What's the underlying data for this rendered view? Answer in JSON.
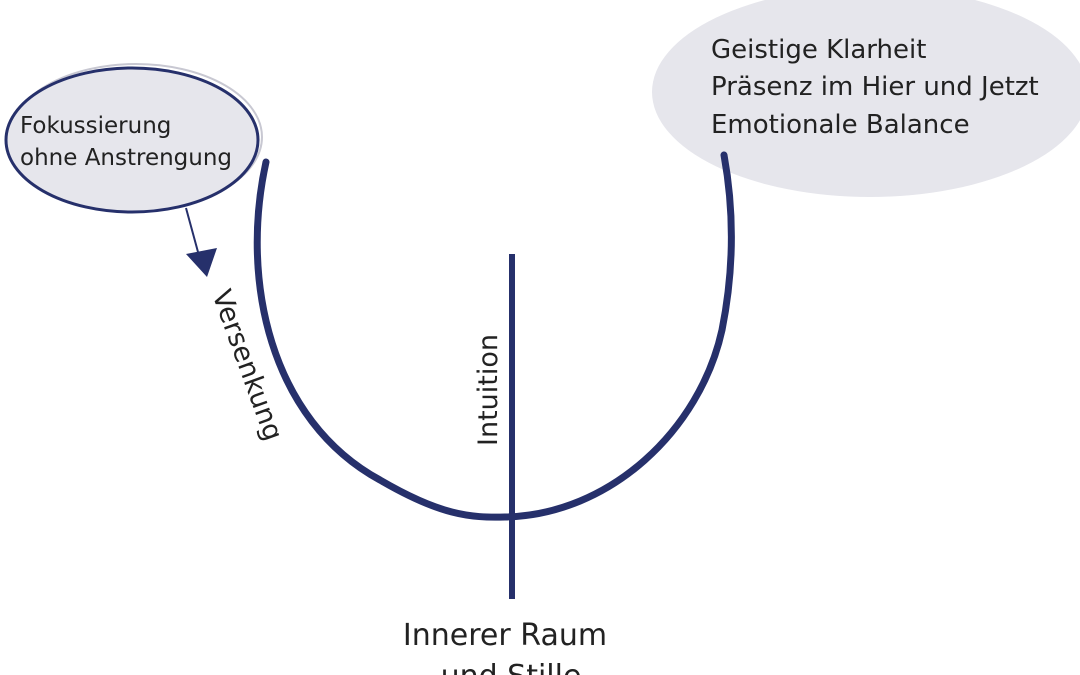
{
  "colors": {
    "line": "#26306b",
    "bubble_fill": "#e6e6ec",
    "bubble_outline": "#26306b",
    "text": "#222222"
  },
  "bubble_left": {
    "line1": "Fokussierung",
    "line2": "ohne Anstrengung"
  },
  "bubble_right": {
    "line1": "Geistige Klarheit",
    "line2": "Präsenz im Hier und Jetzt",
    "line3": "Emotionale Balance"
  },
  "labels": {
    "versenkung": "Versenkung",
    "intuition": "Intuition",
    "bottom_line1": "Innerer Raum",
    "bottom_line2": "und Stille"
  }
}
